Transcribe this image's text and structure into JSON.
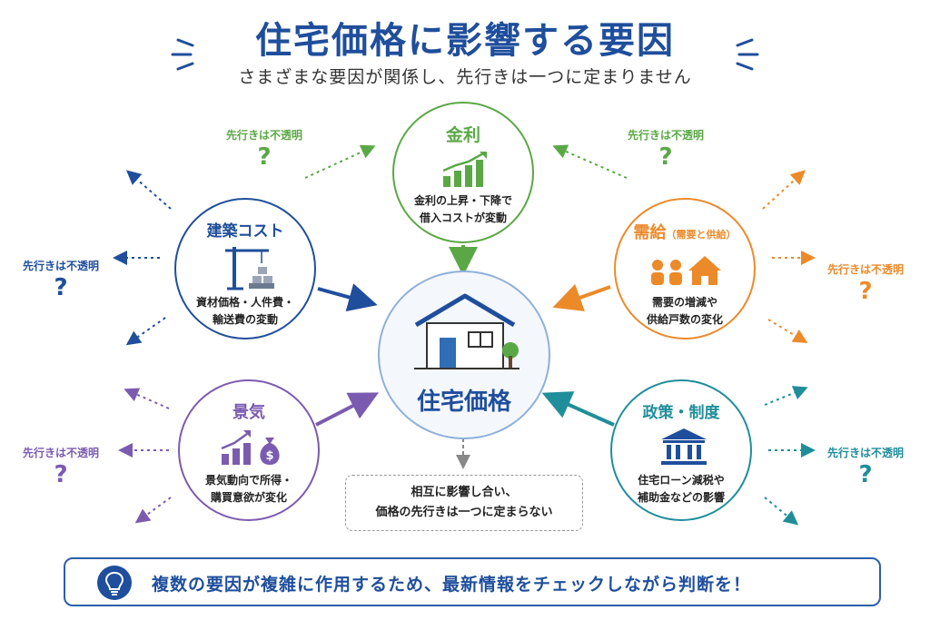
{
  "header": {
    "title": "住宅価格に影響する要因",
    "subtitle": "さまざまな要因が関係し、先行きは一つに定まりません"
  },
  "center": {
    "label": "住宅価格",
    "icon": "house-icon"
  },
  "factors": {
    "interest": {
      "title": "金利",
      "desc1": "金利の上昇・下降で",
      "desc2": "借入コストが変動",
      "icon": "rising-bar-chart-icon",
      "color": "#5aa845"
    },
    "construction": {
      "title": "建築コスト",
      "desc1": "資材価格・人件費・",
      "desc2": "輸送費の変動",
      "icon": "construction-crane-icon",
      "color": "#1f4e9c"
    },
    "supply": {
      "title": "需給",
      "title_sub": "（需要と供給）",
      "desc1": "需要の増減や",
      "desc2": "供給戸数の変化",
      "icon": "people-house-icon",
      "color": "#ec8a2a"
    },
    "economy": {
      "title": "景気",
      "desc1": "景気動向で所得・",
      "desc2": "購買意欲が変化",
      "icon": "money-bag-chart-icon",
      "color": "#7b5bb0"
    },
    "policy": {
      "title": "政策・制度",
      "desc1": "住宅ローン減税や",
      "desc2": "補助金などの影響",
      "icon": "government-building-icon",
      "color": "#1f8e9a"
    }
  },
  "uncertainty": {
    "label": "先行きは不透明",
    "mark": "?"
  },
  "mutual": {
    "line1": "相互に影響し合い、",
    "line2": "価格の先行きは一つに定まらない"
  },
  "tip": {
    "text": "複数の要因が複雑に作用するため、最新情報をチェックしながら判断を！",
    "icon": "lightbulb-icon"
  },
  "colors": {
    "primary": "#1f4e9c",
    "green": "#5aa845",
    "orange": "#ec8a2a",
    "purple": "#7b5bb0",
    "teal": "#1f8e9a"
  }
}
